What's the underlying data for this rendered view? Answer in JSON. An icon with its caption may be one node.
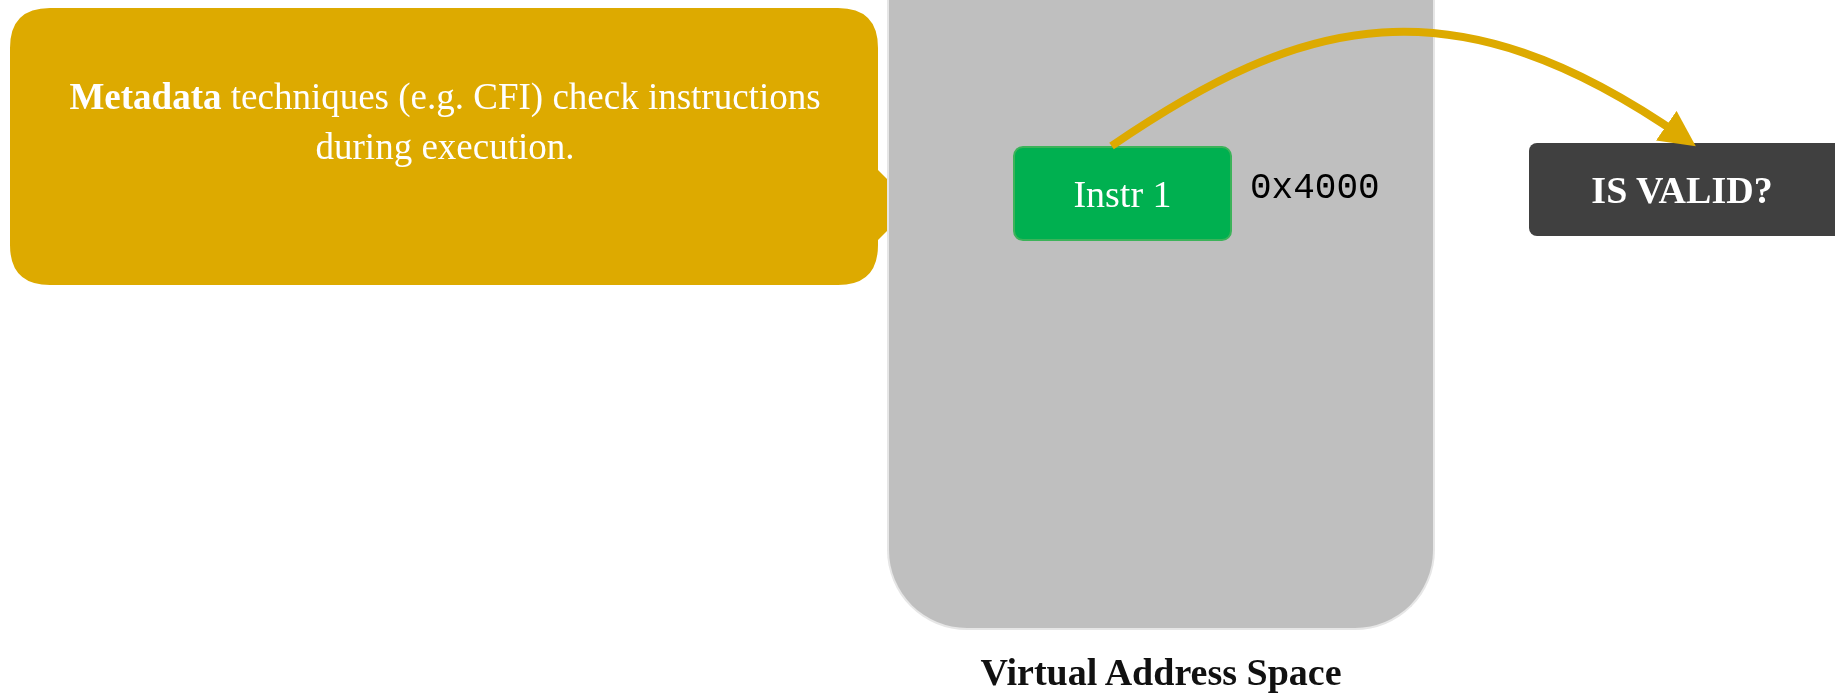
{
  "diagram": {
    "nodes": [
      {
        "text": [
          "**Metadata** techniques (e.g. CFI) check instructions during execution."
        ]
      },
      {
        "text": [
          "Virtual Address Space"
        ]
      },
      {
        "text": [
          "Instr 1"
        ],
        "in": 1,
        "beside": [
          "0x4000"
        ]
      },
      {
        "text": [
          "IS VALID?"
        ]
      }
    ],
    "edges": [
      {
        "from": 2,
        "to": 3,
        "arrow": "to"
      }
    ]
  }
}
